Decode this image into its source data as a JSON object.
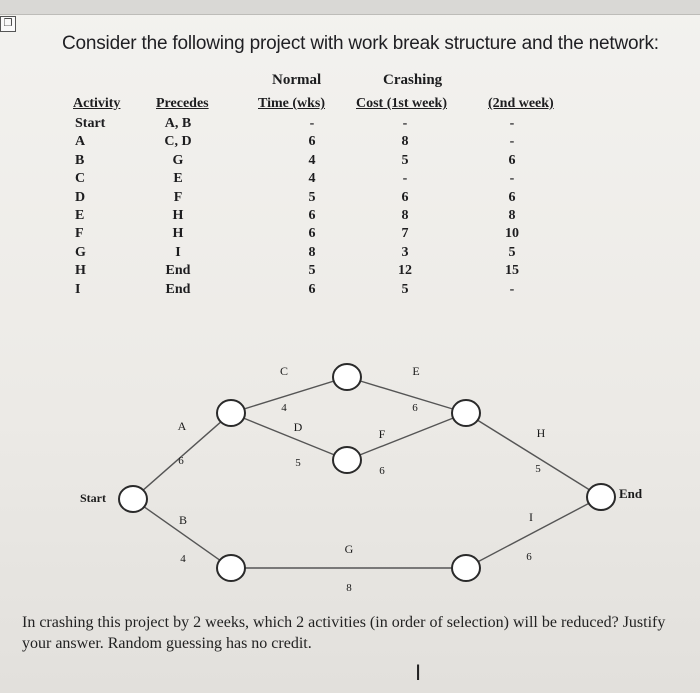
{
  "header": {
    "question_heading": "Consider the following project with work break structure and the network:",
    "corner_glyph": "❒"
  },
  "table": {
    "group_headers": {
      "normal": "Normal",
      "crashing": "Crashing"
    },
    "columns": [
      "Activity",
      "Precedes",
      "Time (wks)",
      "Cost (1st week)",
      "(2nd week)"
    ],
    "rows": [
      {
        "activity": "Start",
        "precedes": "A, B",
        "time": "-",
        "cost1": "-",
        "cost2": "-"
      },
      {
        "activity": "A",
        "precedes": "C, D",
        "time": "6",
        "cost1": "8",
        "cost2": "-"
      },
      {
        "activity": "B",
        "precedes": "G",
        "time": "4",
        "cost1": "5",
        "cost2": "6"
      },
      {
        "activity": "C",
        "precedes": "E",
        "time": "4",
        "cost1": "-",
        "cost2": "-"
      },
      {
        "activity": "D",
        "precedes": "F",
        "time": "5",
        "cost1": "6",
        "cost2": "6"
      },
      {
        "activity": "E",
        "precedes": "H",
        "time": "6",
        "cost1": "8",
        "cost2": "8"
      },
      {
        "activity": "F",
        "precedes": "H",
        "time": "6",
        "cost1": "7",
        "cost2": "10"
      },
      {
        "activity": "G",
        "precedes": "I",
        "time": "8",
        "cost1": "3",
        "cost2": "5"
      },
      {
        "activity": "H",
        "precedes": "End",
        "time": "5",
        "cost1": "12",
        "cost2": "15"
      },
      {
        "activity": "I",
        "precedes": "End",
        "time": "6",
        "cost1": "5",
        "cost2": "-"
      }
    ]
  },
  "network": {
    "start_label": "Start",
    "end_label": "End",
    "activities": [
      {
        "name": "A",
        "time": "6"
      },
      {
        "name": "B",
        "time": "4"
      },
      {
        "name": "C",
        "time": "4"
      },
      {
        "name": "D",
        "time": "5"
      },
      {
        "name": "E",
        "time": "6"
      },
      {
        "name": "F",
        "time": "6"
      },
      {
        "name": "G",
        "time": "8"
      },
      {
        "name": "H",
        "time": "5"
      },
      {
        "name": "I",
        "time": "6"
      }
    ]
  },
  "question": {
    "text": "In crashing this project by 2 weeks, which 2 activities (in order of selection) will be reduced? Justify your answer. Random guessing has no credit."
  },
  "cursor_glyph": "I"
}
